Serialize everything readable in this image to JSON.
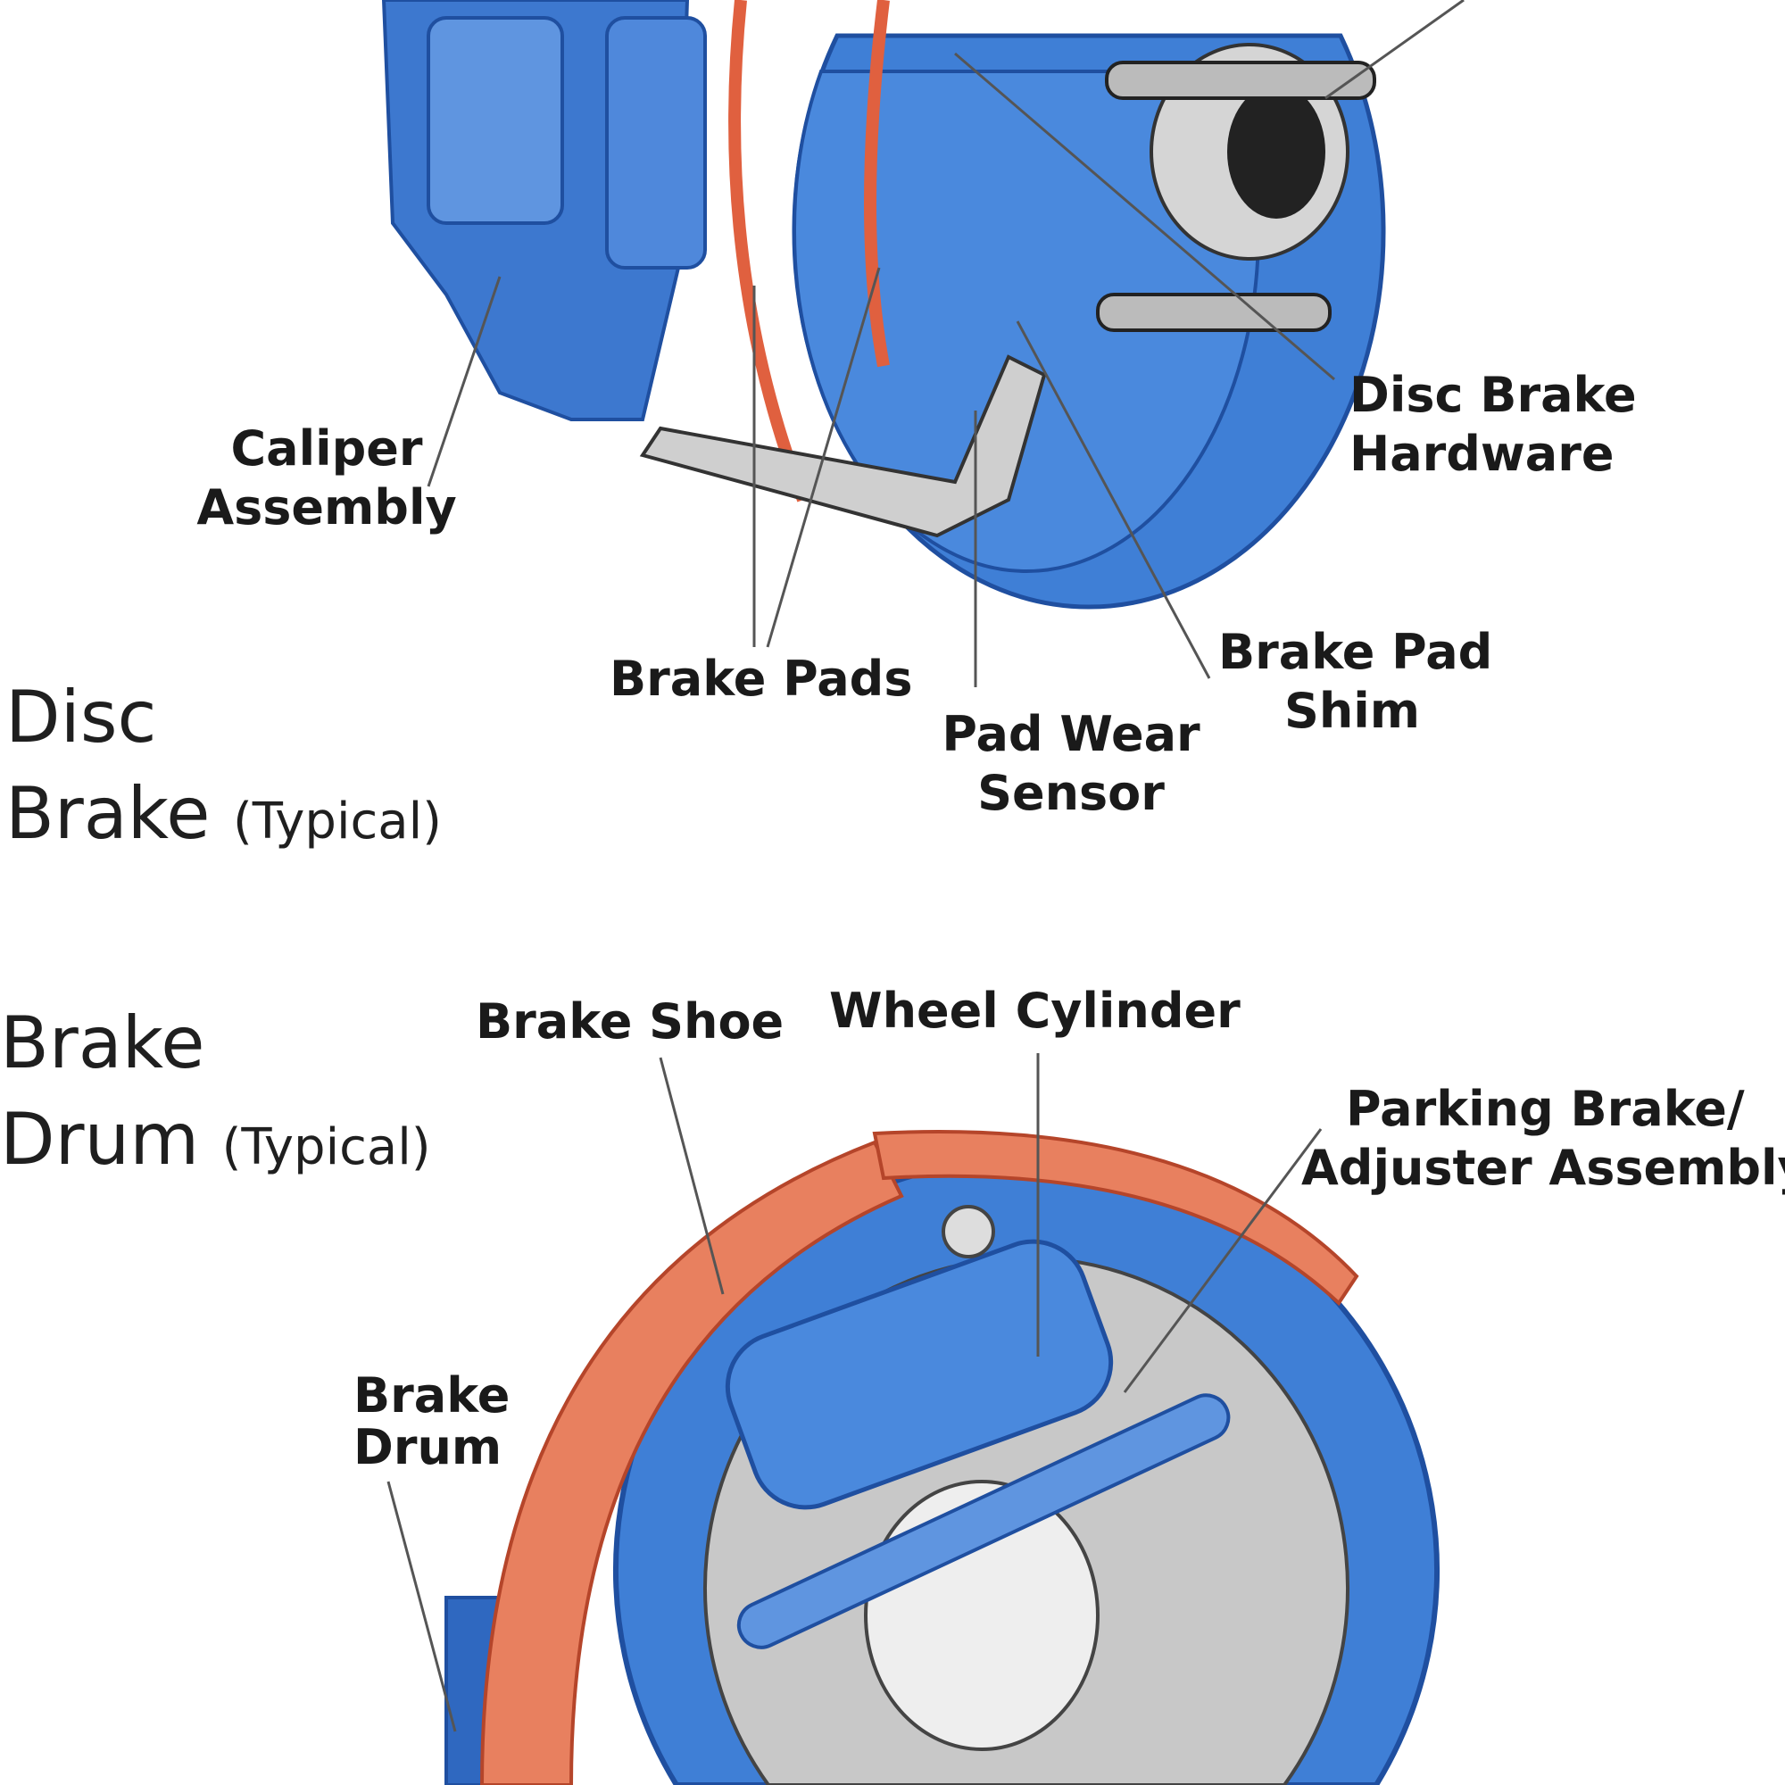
{
  "disc_section": {
    "title_line1": "Disc",
    "title_line2": "Brake",
    "title_suffix": "(Typical)",
    "labels": {
      "caliper": [
        "Caliper",
        "Assembly"
      ],
      "hardware": [
        "Disc Brake",
        "Hardware"
      ],
      "pads": "Brake Pads",
      "sensor": [
        "Pad Wear",
        "Sensor"
      ],
      "shim": [
        "Brake Pad",
        "Shim"
      ]
    }
  },
  "drum_section": {
    "title_line1": "Brake",
    "title_line2": "Drum",
    "title_suffix": "(Typical)",
    "labels": {
      "shoe": "Brake Shoe",
      "cylinder": "Wheel Cylinder",
      "parking": [
        "Parking Brake/",
        "Adjuster Assembly"
      ],
      "drum": [
        "Brake",
        "Drum"
      ]
    }
  },
  "colors": {
    "blue": "#3f7fd6",
    "dark_blue": "#1f4fa0",
    "red": "#e0603f",
    "grey": "#c9c9c9"
  }
}
